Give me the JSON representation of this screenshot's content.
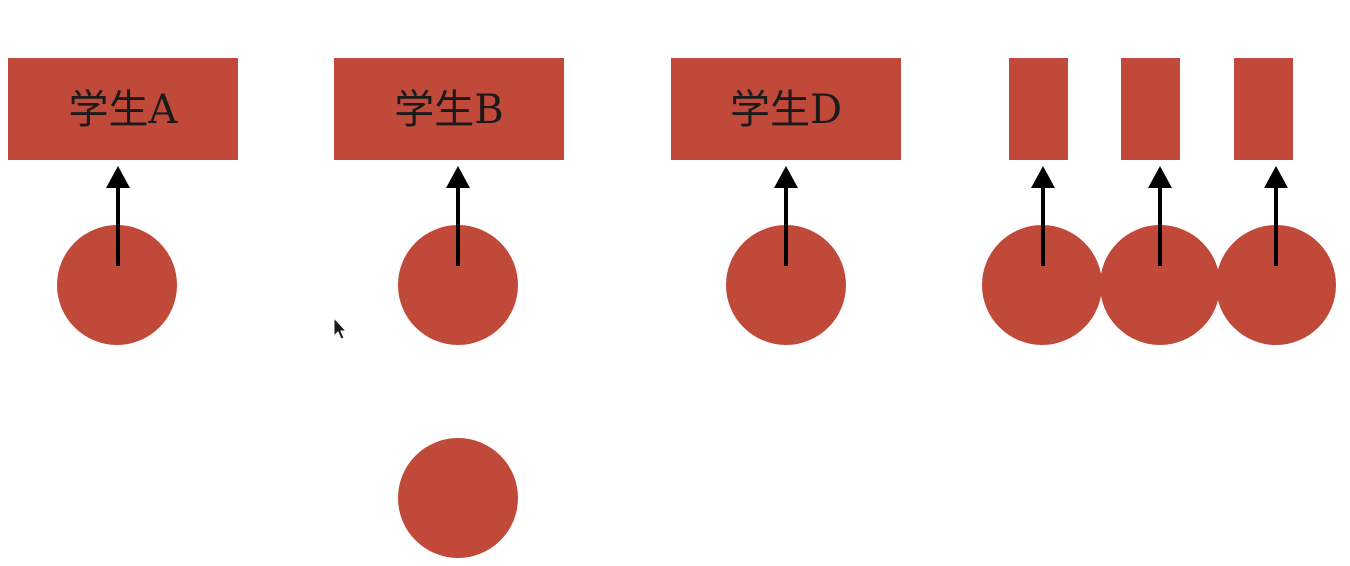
{
  "diagram": {
    "groups": [
      {
        "student_label": "学生A"
      },
      {
        "student_label": "学生B"
      },
      {
        "student_label": "学生D"
      },
      {
        "student_label": ""
      },
      {
        "student_label": ""
      },
      {
        "student_label": ""
      }
    ]
  },
  "colors": {
    "node_fill": "#c0493a",
    "arrow": "#000000"
  },
  "icons": {
    "cursor": "mouse-pointer-icon"
  }
}
